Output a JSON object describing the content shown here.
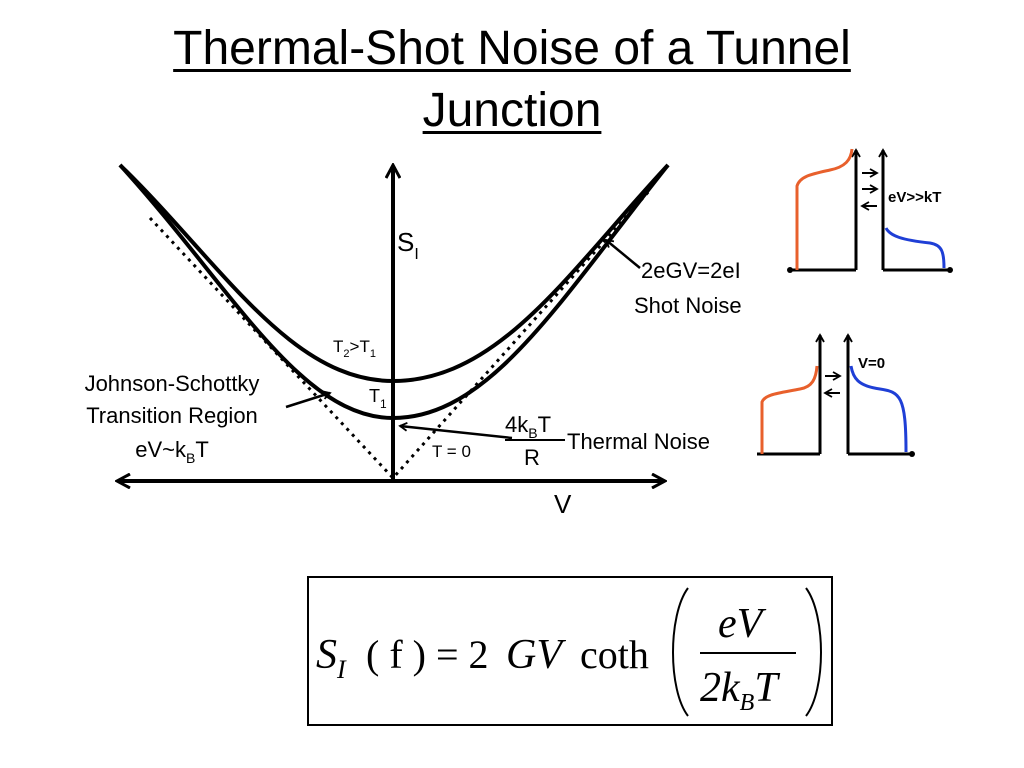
{
  "title": {
    "line1": "Thermal-Shot Noise of a Tunnel",
    "line2": "Junction"
  },
  "graph": {
    "y_axis_label": "S",
    "y_axis_sub": "I",
    "x_axis_label": "V",
    "curve_t2_label_a": "T",
    "curve_t2_label_sub_a": "2",
    "curve_t2_label_gt": ">T",
    "curve_t2_label_sub_b": "1",
    "curve_t1_label": "T",
    "curve_t1_label_sub": "1",
    "t0_label": "T = 0",
    "shot_noise_line1": "2eGV=2eI",
    "shot_noise_line2": "Shot Noise",
    "johnson_line1": "Johnson-Schottky",
    "johnson_line2": "Transition Region",
    "johnson_line3_a": "eV~k",
    "johnson_line3_sub": "B",
    "johnson_line3_b": "T",
    "thermal_num_a": "4k",
    "thermal_num_sub": "B",
    "thermal_num_b": "T",
    "thermal_den": "R",
    "thermal_label": "Thermal Noise"
  },
  "insets": {
    "top_label": "eV>>kT",
    "bottom_label": "V=0",
    "left_color": "#e8602c",
    "right_color": "#1f3fd6"
  },
  "formula": {
    "lhs": "S",
    "lhs_sub": "I",
    "lhs_arg": "( f ) = 2",
    "gv": "GV",
    "coth": "coth",
    "num": "eV",
    "den_a": "2k",
    "den_sub": "B",
    "den_b": "T"
  }
}
